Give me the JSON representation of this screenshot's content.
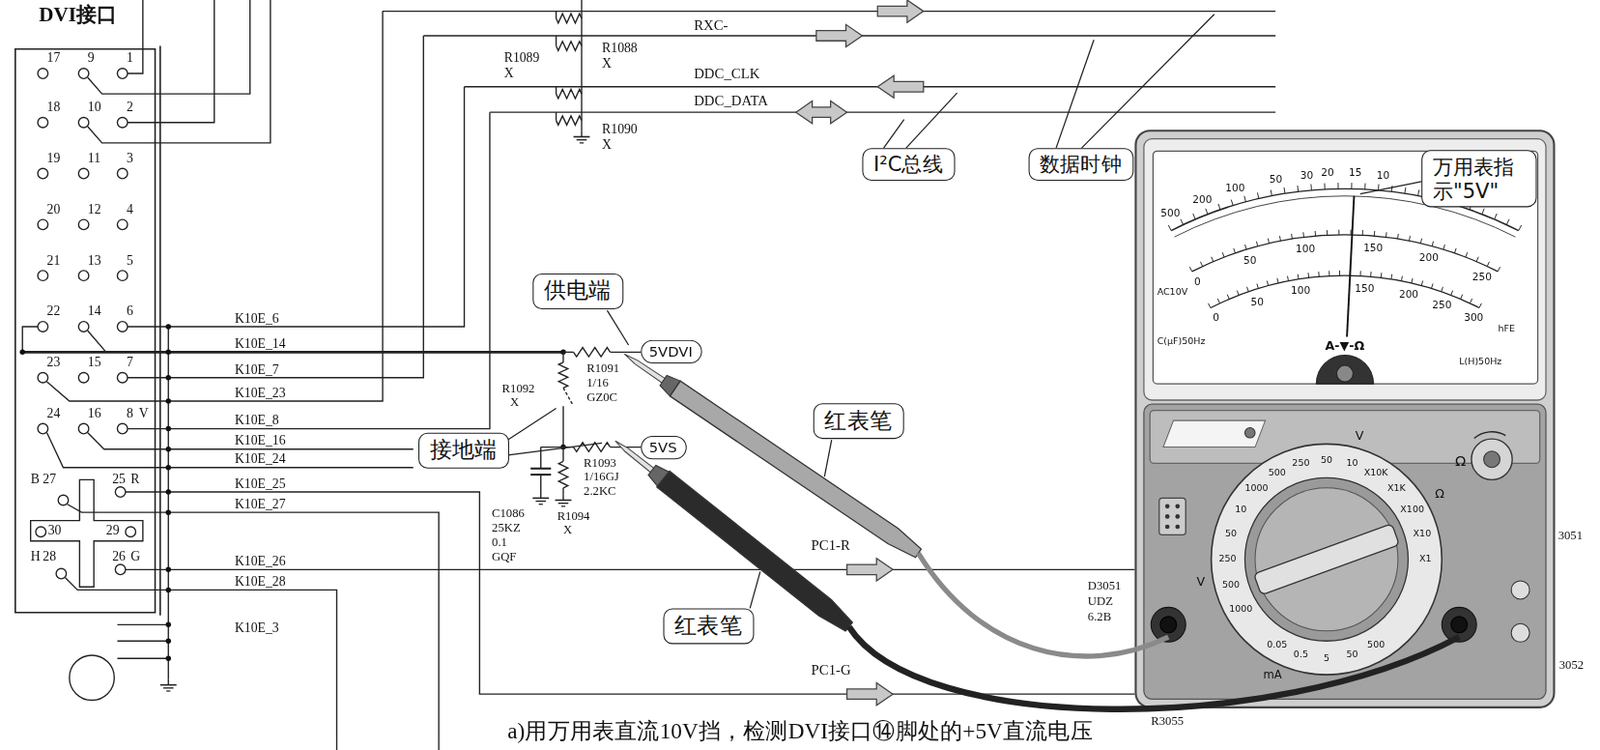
{
  "diagram": {
    "caption": "a)用万用表直流10V挡，检测DVI接口⑭脚处的+5V直流电压",
    "nodes": [
      {
        "text": [
          "I²C总线"
        ]
      },
      {
        "text": [
          "数据时钟"
        ]
      },
      {
        "text": [
          "万用表指示\"5V\""
        ]
      },
      {
        "text": [
          "供电端"
        ]
      },
      {
        "text": [
          "5VDVI"
        ]
      },
      {
        "text": [
          "接地端"
        ]
      },
      {
        "text": [
          "5VS"
        ]
      },
      {
        "text": [
          "红表笔"
        ]
      },
      {
        "text": [
          "红表笔"
        ]
      }
    ],
    "labels": [
      "DVI接口",
      "17",
      "9",
      "1",
      "18",
      "10",
      "2",
      "19",
      "11",
      "3",
      "20",
      "12",
      "4",
      "21",
      "13",
      "5",
      "22",
      "14",
      "6",
      "23",
      "15",
      "7",
      "24",
      "16",
      "8",
      "V",
      "B",
      "27",
      "25",
      "R",
      "30",
      "29",
      "H",
      "28",
      "26",
      "G",
      "K10E_6",
      "K10E_14",
      "K10E_7",
      "K10E_23",
      "K10E_8",
      "K10E_16",
      "K10E_24",
      "K10E_25",
      "K10E_27",
      "K10E_26",
      "K10E_28",
      "K10E_3",
      "RXC-",
      "R1088",
      "X",
      "R1089",
      "X",
      "DDC_CLK",
      "DDC_DATA",
      "R1090",
      "X",
      "R1091",
      "1/16",
      "GZ0C",
      "R1092",
      "X",
      "R1093",
      "1/16GJ",
      "2.2KC",
      "C1086",
      "25KZ",
      "0.1",
      "GQF",
      "R1094",
      "X",
      "PC1-R",
      "PC1-G",
      "D3051",
      "UDZ",
      "6.2B",
      "3051",
      "R3055",
      "3052",
      "500",
      "200",
      "100",
      "50",
      "30",
      "20",
      "15",
      "10",
      "0",
      "50",
      "100",
      "150",
      "200",
      "250",
      "0",
      "50",
      "100",
      "150",
      "200",
      "250",
      "300",
      "AC10V",
      "C(μF)50Hz",
      "L(H)50Hz",
      "hFE",
      "A-▼-Ω",
      "1000",
      "500",
      "250",
      "50",
      "10",
      "X10K",
      "X1K",
      "X100",
      "X10",
      "X1",
      "10",
      "50",
      "250",
      "500",
      "1000",
      "500",
      "50",
      "5",
      "0.5",
      "0.05",
      "V",
      "V",
      "Ω",
      "mA",
      "Ω"
    ]
  }
}
